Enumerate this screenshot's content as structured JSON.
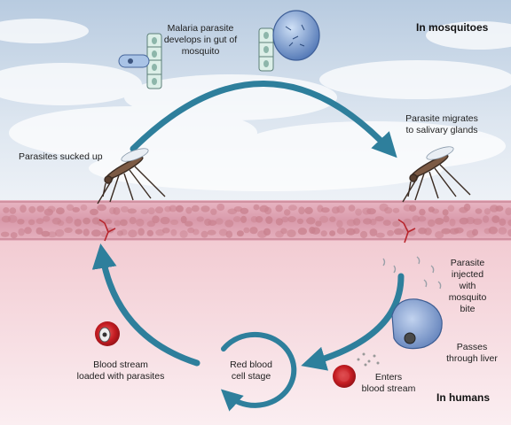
{
  "regions": {
    "top": "In mosquitoes",
    "bottom": "In humans"
  },
  "steps": {
    "develops": "Malaria parasite\ndevelops in gut of\nmosquito",
    "migrates": "Parasite migrates\nto salivary glands",
    "sucked_up": "Parasites sucked up",
    "injected": "Parasite\ninjected\nwith\nmosquito\nbite",
    "liver": "Passes\nthrough liver",
    "enters_blood": "Enters\nblood stream",
    "red_cell_stage": "Red blood\ncell stage",
    "loaded": "Blood stream\nloaded with parasites"
  },
  "colors": {
    "sky": "#c9d6e6",
    "skin": "#f0c9d0",
    "cycle_arrow": "#2e7f9c",
    "vessel": "#d79aac",
    "cell": "#c9828f",
    "blood_cell": "#c51f24",
    "liver_cell": "#7f9ed3"
  },
  "icons": [
    "mosquito-icon",
    "gut-cells-icon",
    "oocyst-icon",
    "liver-cell-icon",
    "red-blood-cell-icon",
    "infected-red-cell-icon"
  ]
}
